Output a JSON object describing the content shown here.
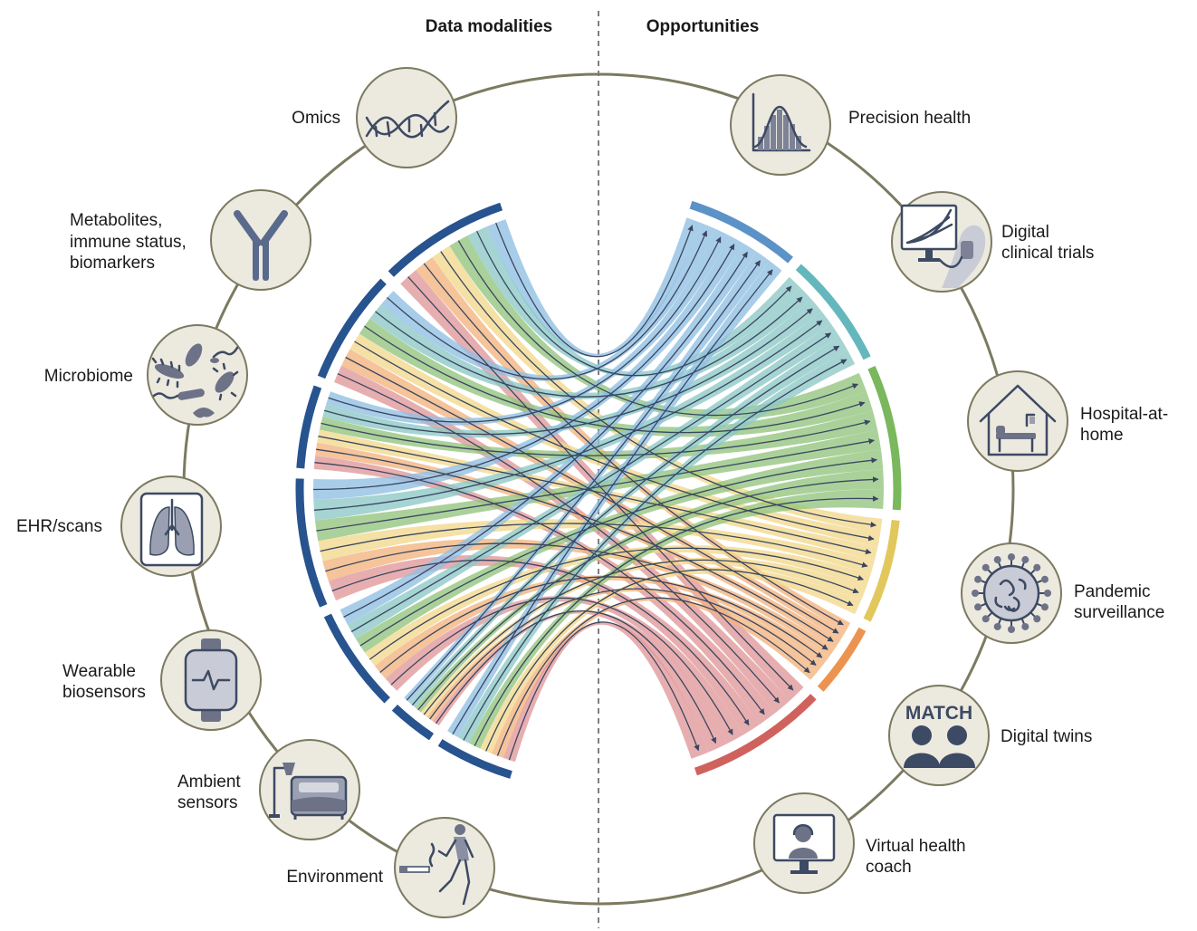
{
  "headings": {
    "left": "Data modalities",
    "right": "Opportunities"
  },
  "data_modalities": [
    {
      "id": "omics",
      "label_lines": [
        "Omics"
      ],
      "icon": "dna-helix-icon"
    },
    {
      "id": "metabolites",
      "label_lines": [
        "Metabolites,",
        "immune status,",
        "biomarkers"
      ],
      "icon": "antibody-icon"
    },
    {
      "id": "microbiome",
      "label_lines": [
        "Microbiome"
      ],
      "icon": "bacteria-icon"
    },
    {
      "id": "ehr",
      "label_lines": [
        "EHR/scans"
      ],
      "icon": "lung-scan-icon"
    },
    {
      "id": "wearable",
      "label_lines": [
        "Wearable",
        "biosensors"
      ],
      "icon": "smartwatch-icon"
    },
    {
      "id": "ambient",
      "label_lines": [
        "Ambient",
        "sensors"
      ],
      "icon": "bedroom-lamp-icon"
    },
    {
      "id": "environment",
      "label_lines": [
        "Environment"
      ],
      "icon": "runner-cigarette-icon"
    }
  ],
  "opportunities": [
    {
      "id": "precision",
      "label_lines": [
        "Precision health"
      ],
      "icon": "distribution-chart-icon",
      "color": "#5b92c7"
    },
    {
      "id": "trials",
      "label_lines": [
        "Digital",
        "clinical trials"
      ],
      "icon": "monitor-wearable-icon",
      "color": "#63b7bd"
    },
    {
      "id": "hospital",
      "label_lines": [
        "Hospital-at-",
        "home"
      ],
      "icon": "house-bed-icon",
      "color": "#79b85c"
    },
    {
      "id": "pandemic",
      "label_lines": [
        "Pandemic",
        "surveillance"
      ],
      "icon": "virus-icon",
      "color": "#e2c85c"
    },
    {
      "id": "twins",
      "label_lines": [
        "Digital twins"
      ],
      "icon": "twin-people-icon",
      "color": "#ec944f",
      "badge": "MATCH"
    },
    {
      "id": "coach",
      "label_lines": [
        "Virtual health",
        "coach"
      ],
      "icon": "video-call-icon",
      "color": "#d0625e"
    }
  ],
  "colors": {
    "modality_arc": "#27538f",
    "ring": "#7c7a60",
    "node_fill": "#ece9df",
    "ribbons": [
      "#8fbfe3",
      "#8cc8c5",
      "#93c47d",
      "#f2d98d",
      "#f2b37e",
      "#e0979a"
    ],
    "flow_lines": "#3a4660"
  }
}
